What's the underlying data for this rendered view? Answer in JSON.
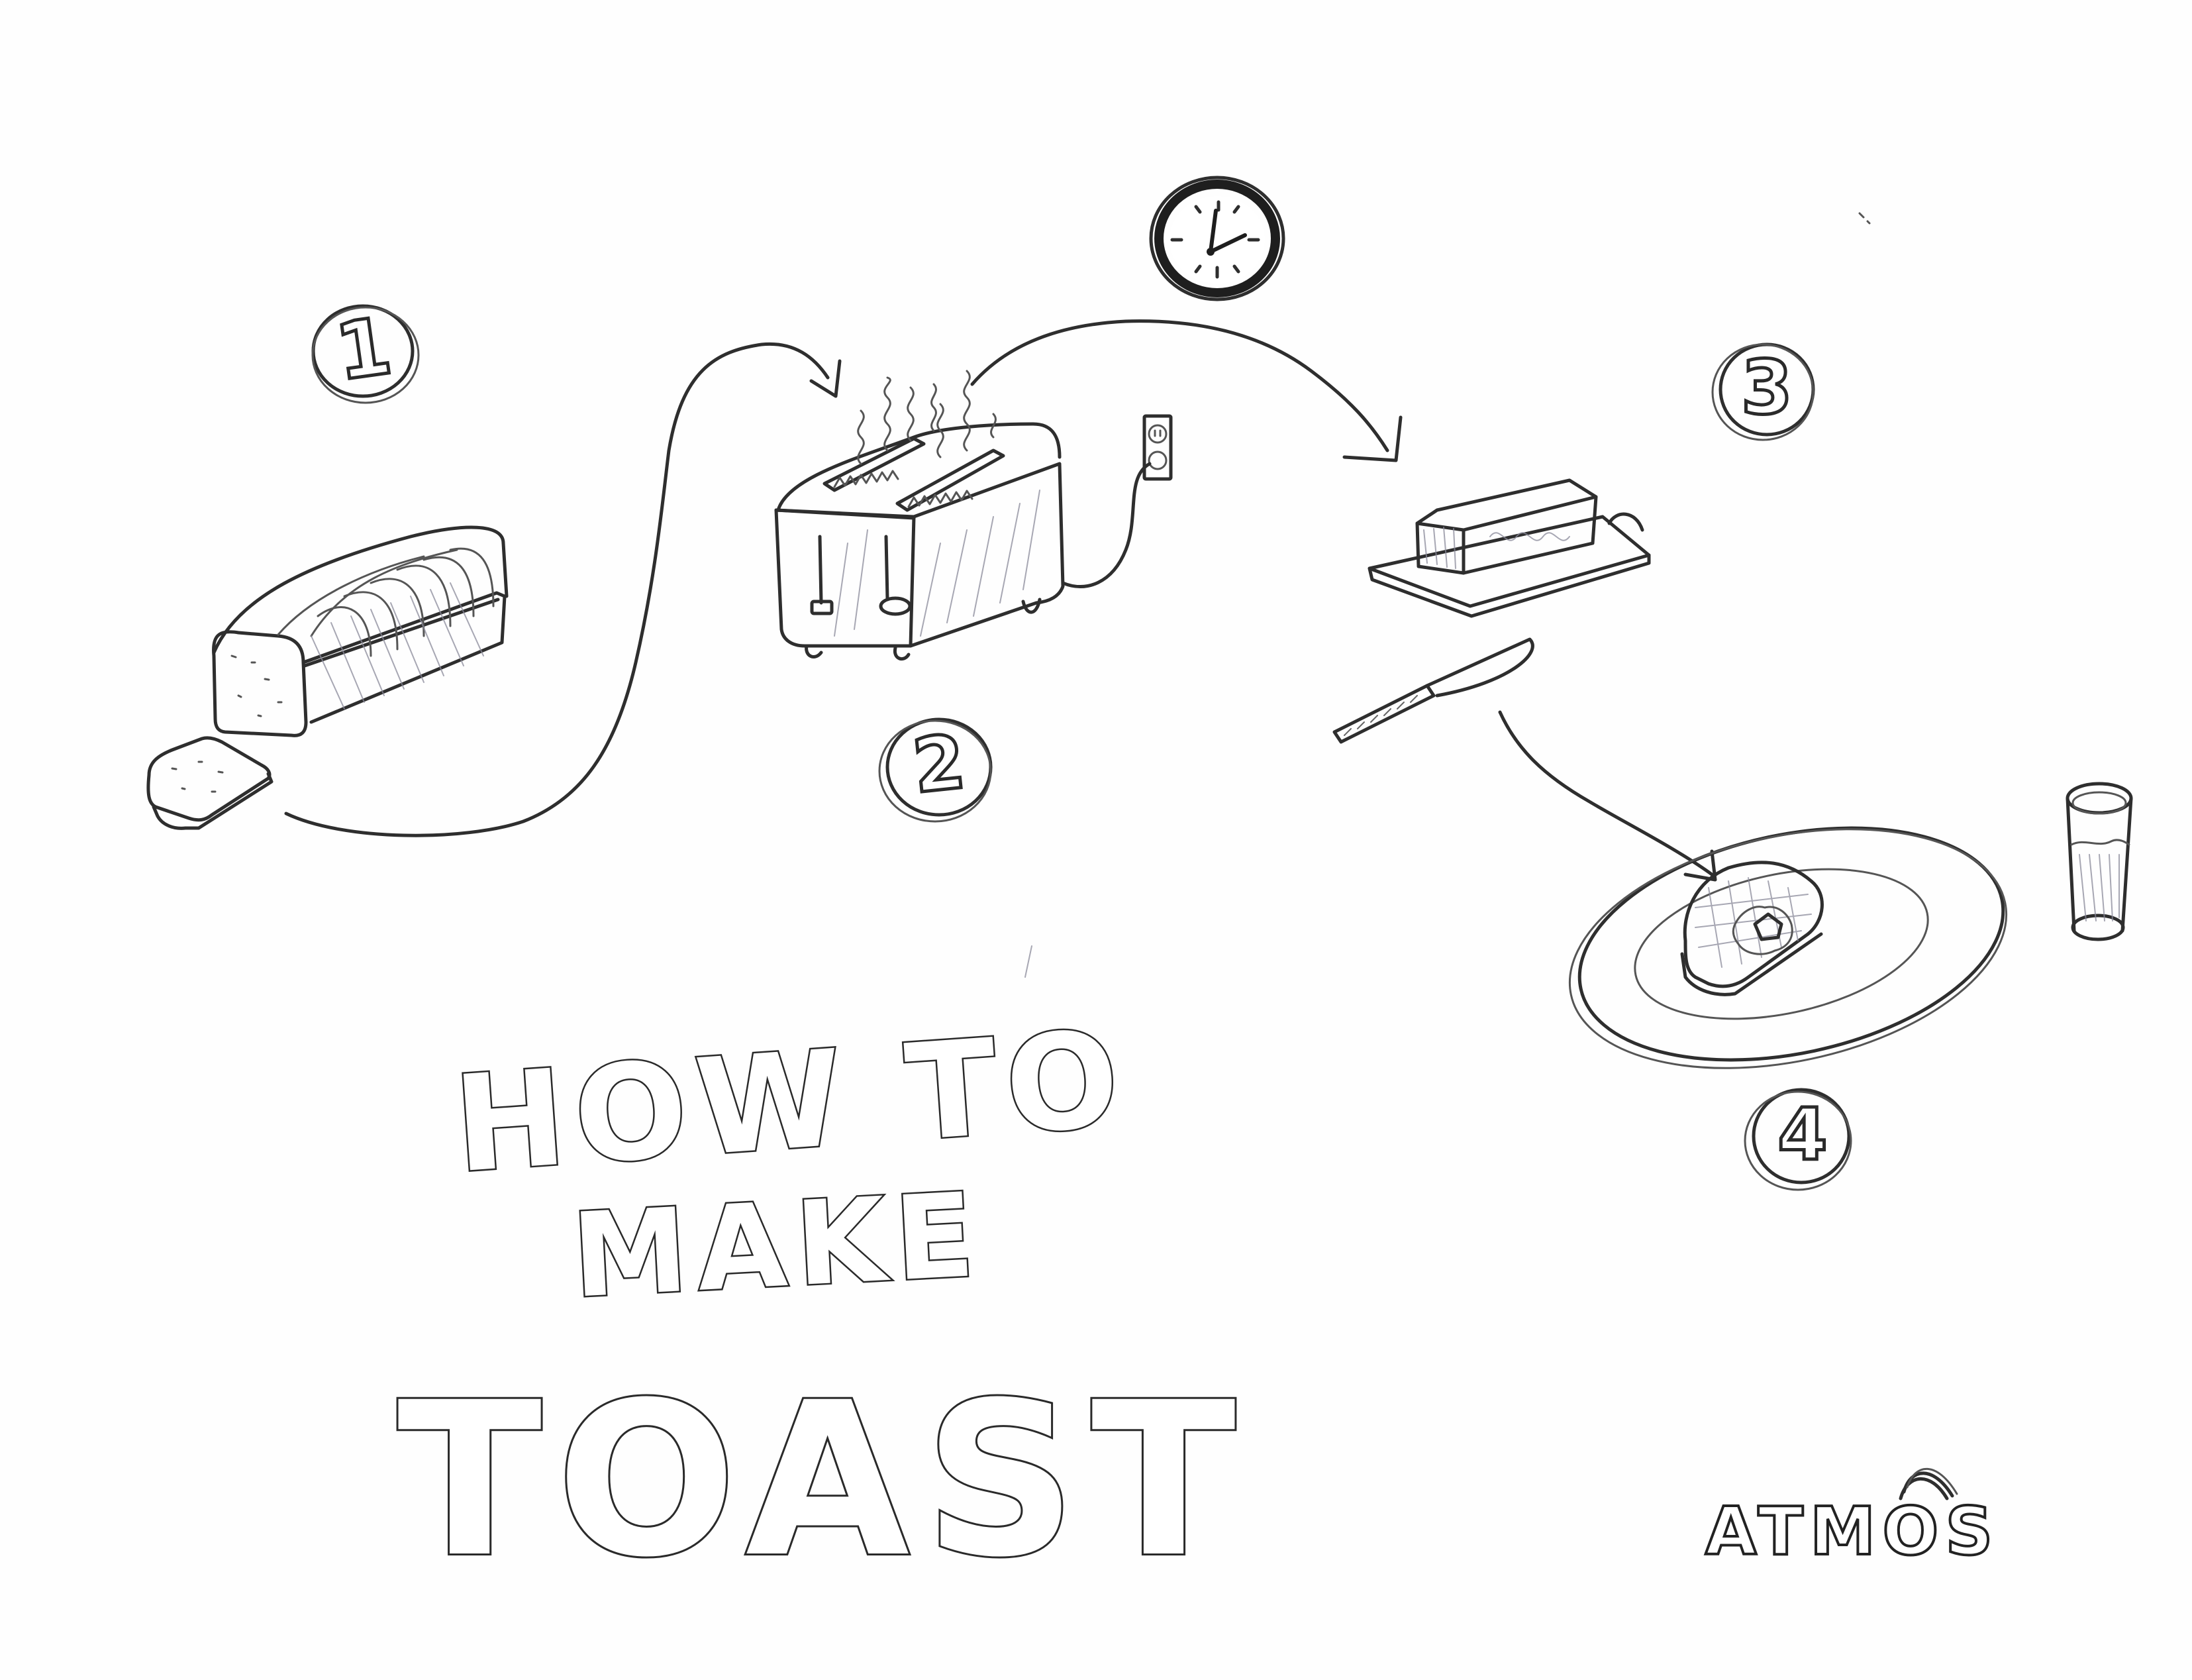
{
  "title": {
    "line1": "HOW TO",
    "line2": "MAKE",
    "line3": "TOAST"
  },
  "signature": "ATMOS",
  "steps": [
    {
      "number": "1",
      "label": "bread-loaf-and-slice"
    },
    {
      "number": "2",
      "label": "toaster"
    },
    {
      "number": "3",
      "label": "butter-and-knife"
    },
    {
      "number": "4",
      "label": "buttered-toast-on-plate"
    }
  ],
  "clock": {
    "hour": 2,
    "minute": 0
  },
  "colors": {
    "ink": "#2b2b2b",
    "paper": "#fefefe",
    "hatch": "#8a8a9a"
  }
}
